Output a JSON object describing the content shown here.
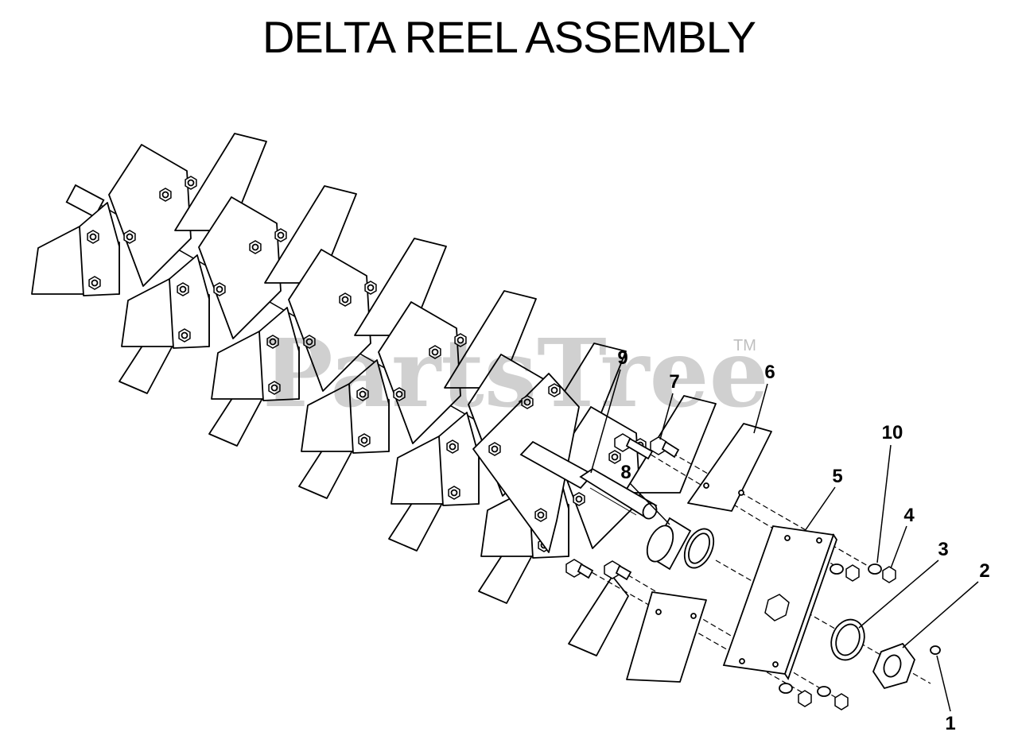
{
  "title": "DELTA REEL ASSEMBLY",
  "watermark": "PartsTree",
  "watermark_tm": "TM",
  "callouts": [
    {
      "id": "1",
      "label": "1"
    },
    {
      "id": "2",
      "label": "2"
    },
    {
      "id": "3",
      "label": "3"
    },
    {
      "id": "4",
      "label": "4"
    },
    {
      "id": "5",
      "label": "5"
    },
    {
      "id": "6",
      "label": "6"
    },
    {
      "id": "7",
      "label": "7"
    },
    {
      "id": "8",
      "label": "8"
    },
    {
      "id": "9",
      "label": "9"
    },
    {
      "id": "10",
      "label": "10"
    }
  ]
}
